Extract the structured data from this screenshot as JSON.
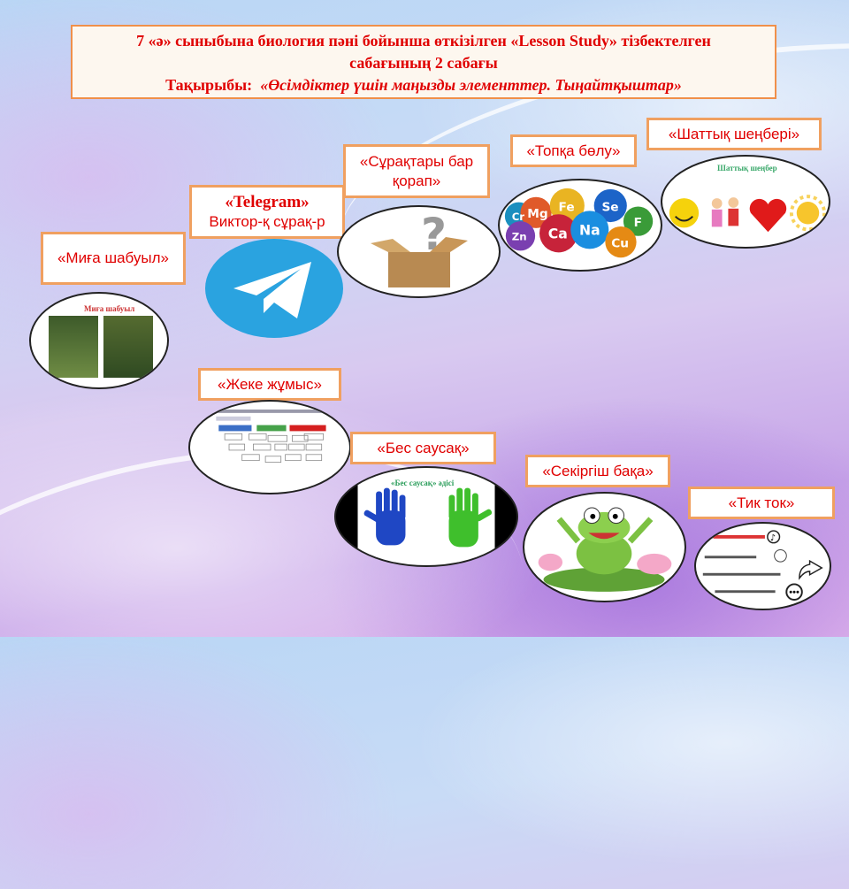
{
  "title": {
    "line1": "7 «ә» сыныбына биология пәні бойынша өткізілген «Lesson Study» тізбектелген",
    "line2": "сабағының 2 сабағы",
    "topic_label": "Тақырыбы:",
    "topic": "«Өсімдіктер үшін маңызды элементтер. Тыңайтқыштар»"
  },
  "activities": [
    {
      "label": "«Миға шабуыл»",
      "image_caption": "Миға шабуыл"
    },
    {
      "label_bold": "«Telegram»",
      "label": "Виктор-қ сұрақ-р"
    },
    {
      "label": "«Сұрақтары бар қорап»"
    },
    {
      "label": "«Топқа бөлу»",
      "elements": [
        "Cr",
        "Mg",
        "Fe",
        "Se",
        "Zn",
        "Ca",
        "Na",
        "Cu",
        "F"
      ]
    },
    {
      "label": "«Шаттық шеңбері»",
      "image_caption": "Шаттық шеңбер"
    },
    {
      "label": "«Жеке жұмыс»"
    },
    {
      "label": "«Бес саусақ»",
      "image_caption": "«Бес саусақ» әдісі"
    },
    {
      "label": "«Секіргіш бақа»"
    },
    {
      "label": "«Тик ток»"
    }
  ],
  "colors": {
    "text": "#e00000",
    "border": "#f0a060"
  }
}
